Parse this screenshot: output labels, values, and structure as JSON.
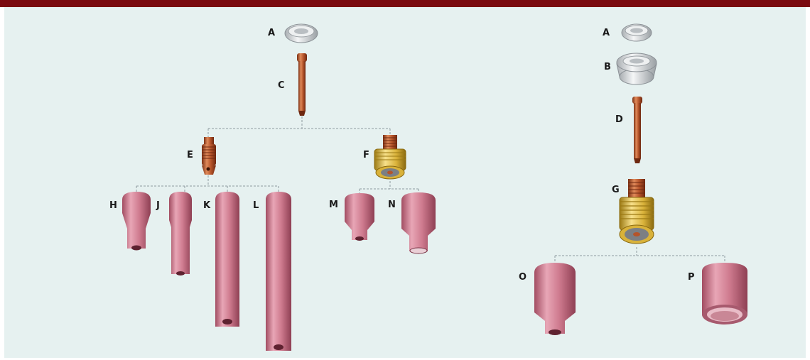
{
  "labels": {
    "a1": "A",
    "c": "C",
    "e": "E",
    "f": "F",
    "h": "H",
    "j": "J",
    "k": "K",
    "l": "L",
    "m": "M",
    "n": "N",
    "a2": "A",
    "b": "B",
    "d": "D",
    "g": "G",
    "o": "O",
    "p": "P"
  },
  "colors": {
    "header": "#7a0a0f",
    "background": "#e6f1f0",
    "ceramic": "#c86d82",
    "copper": "#b5542a",
    "brass": "#d9b23a",
    "glass": "#dfe2e4"
  }
}
